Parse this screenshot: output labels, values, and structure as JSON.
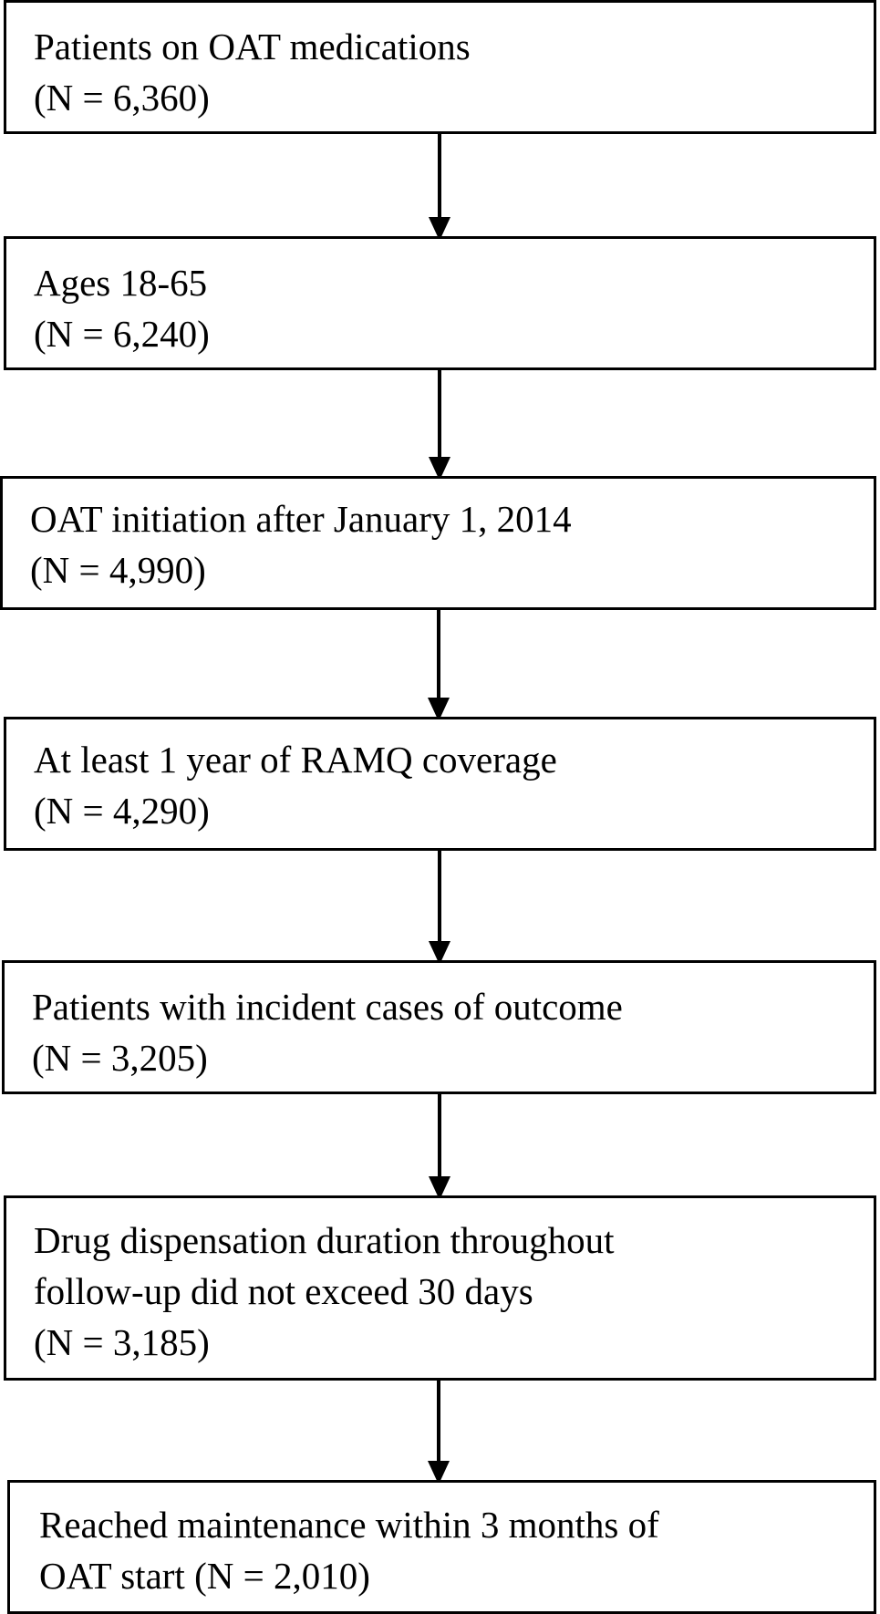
{
  "flowchart": {
    "boxes": [
      {
        "line1": "Patients on OAT medications",
        "line2": "(N = 6,360)"
      },
      {
        "line1": "Ages 18-65",
        "line2": "(N = 6,240)"
      },
      {
        "line1": "OAT initiation after January 1, 2014",
        "line2": "(N = 4,990)"
      },
      {
        "line1": "At least 1 year of RAMQ coverage",
        "line2": "(N = 4,290)"
      },
      {
        "line1": "Patients with incident cases of outcome",
        "line2": "(N = 3,205)"
      },
      {
        "line1": "Drug dispensation duration throughout",
        "line2": "follow-up did not exceed 30 days",
        "line3": "(N = 3,185)"
      },
      {
        "line1": "Reached maintenance within 3 months of",
        "line2": "OAT start (N = 2,010)"
      }
    ],
    "arrow_color": "#000000",
    "border_color": "#000000"
  }
}
